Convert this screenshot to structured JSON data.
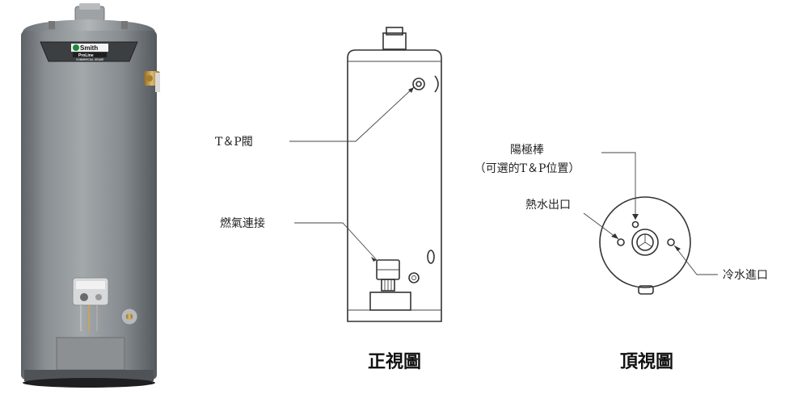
{
  "photo": {
    "brand": "A.O.Smith",
    "brand_short": "Smith",
    "series": "ProLine",
    "subline": "COMMERCIAL GRADE"
  },
  "front_view": {
    "caption": "正視圖",
    "labels": {
      "tp_valve": "T＆P閥",
      "gas_connection": "燃氣連接"
    }
  },
  "top_view": {
    "caption": "頂視圖",
    "labels": {
      "anode_line1": "陽極棒",
      "anode_line2": "（可選的T＆P位置）",
      "hot_outlet": "熱水出口",
      "cold_inlet": "冷水進口"
    }
  },
  "colors": {
    "tank_body": "#8e9396",
    "tank_dark": "#5e6367",
    "line": "#333333",
    "brass": "#c49a4a"
  }
}
